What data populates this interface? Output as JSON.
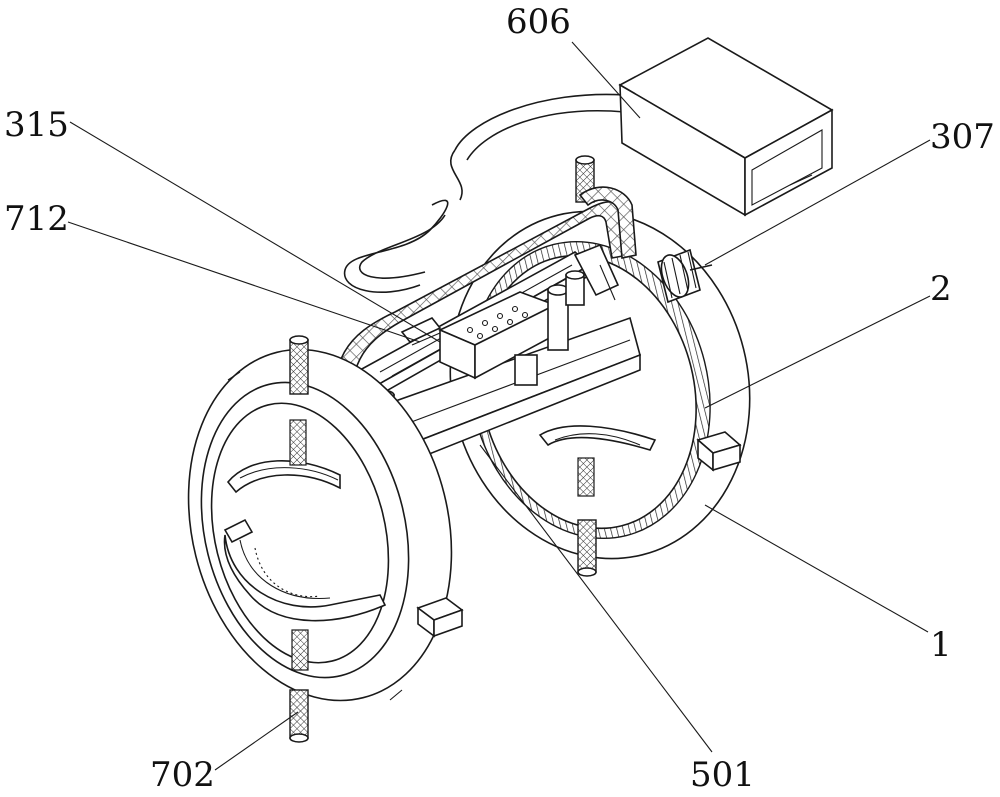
{
  "callouts": {
    "c606": "606",
    "c315": "315",
    "c307": "307",
    "c712": "712",
    "c2": "2",
    "c1": "1",
    "c702": "702",
    "c501": "501"
  },
  "colors": {
    "ink": "#1a1a1a",
    "paper": "#ffffff",
    "hatch": "#555555"
  }
}
